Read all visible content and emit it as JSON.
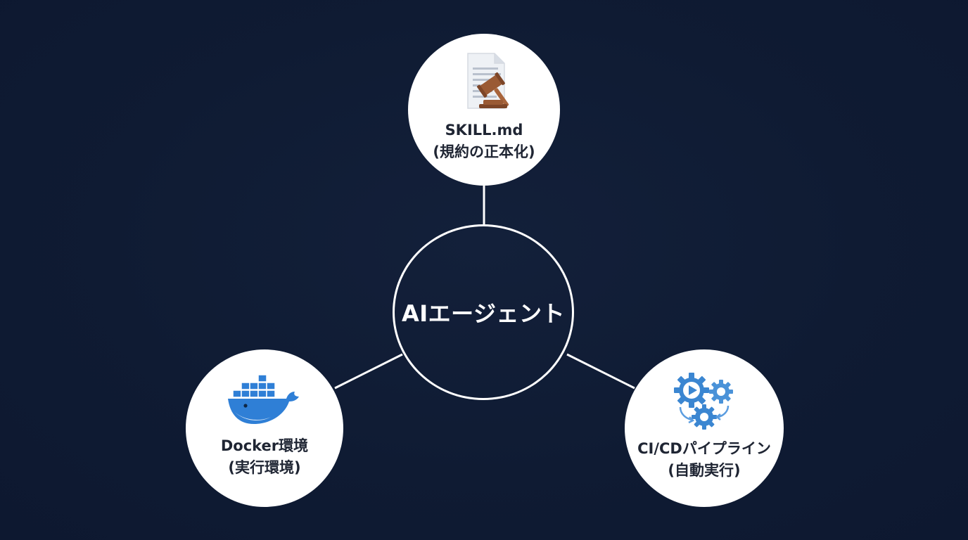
{
  "diagram": {
    "center": {
      "label": "AIエージェント"
    },
    "nodes": [
      {
        "id": "skill",
        "icon": "document-gavel-icon",
        "line1": "SKILL.md",
        "line2": "(規約の正本化)"
      },
      {
        "id": "docker",
        "icon": "docker-whale-icon",
        "line1": "Docker環境",
        "line2": "(実行環境)"
      },
      {
        "id": "cicd",
        "icon": "gears-pipeline-icon",
        "line1": "CI/CDパイプライン",
        "line2": "(自動実行)"
      }
    ],
    "colors": {
      "background": "#0f1b33",
      "line": "#ffffff",
      "node_fill": "#ffffff",
      "label_text": "#1f2533",
      "docker_blue": "#2f7fd6",
      "gear_blue": "#3b86d1",
      "gavel_brown": "#9a5a34"
    }
  }
}
